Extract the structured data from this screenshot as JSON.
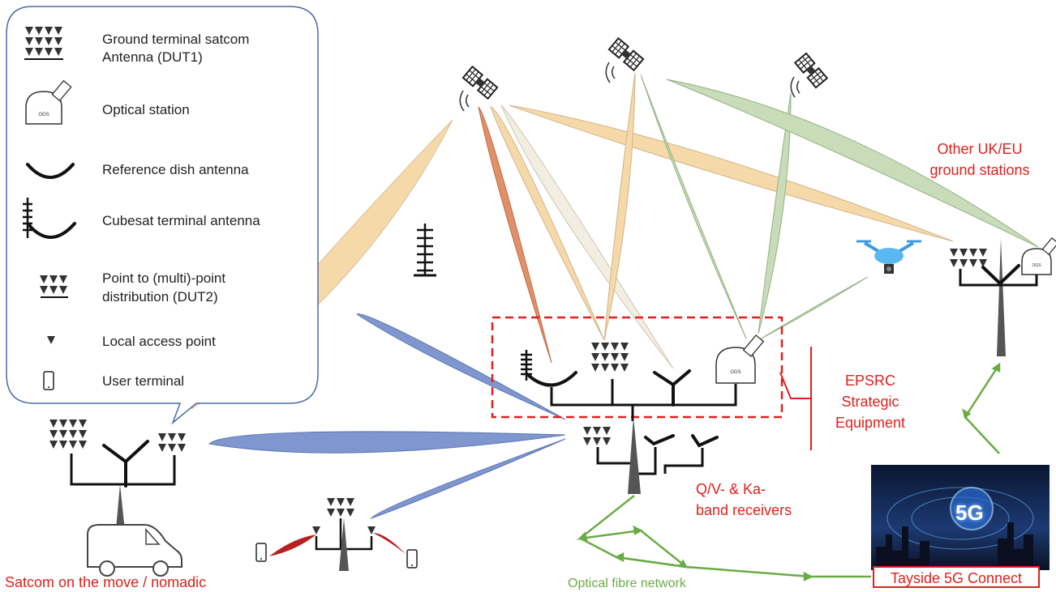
{
  "legend": {
    "dut1_line1": "Ground terminal satcom",
    "dut1_line2": "Antenna (DUT1)",
    "optical": "Optical station",
    "reference": "Reference dish antenna",
    "cubesat": "Cubesat terminal antenna",
    "p2mp_line1": "Point to (multi)-point",
    "p2mp_line2": "distribution (DUT2)",
    "local_access": "Local access point",
    "user_terminal": "User terminal",
    "ogs": "OGS"
  },
  "labels": {
    "other_line1": "Other UK/EU",
    "other_line2": "ground stations",
    "epsrc_line1": "EPSRC",
    "epsrc_line2": "Strategic",
    "epsrc_line3": "Equipment",
    "qv_line1": "Q/V- & Ka-",
    "qv_line2": "band receivers",
    "satcom": "Satcom on the move / nomadic",
    "fibre": "Optical fibre network",
    "tayside": "Tayside 5G Connect",
    "fiveg": "5G"
  },
  "colors": {
    "red_text": "#e0201c",
    "green": "#6aac44",
    "beam_blue": "#7f96cf",
    "beam_tan": "#f5d9a8",
    "beam_green": "#c9dcb9",
    "beam_orange": "#e2906a",
    "legend_border": "#4a6aa8"
  }
}
